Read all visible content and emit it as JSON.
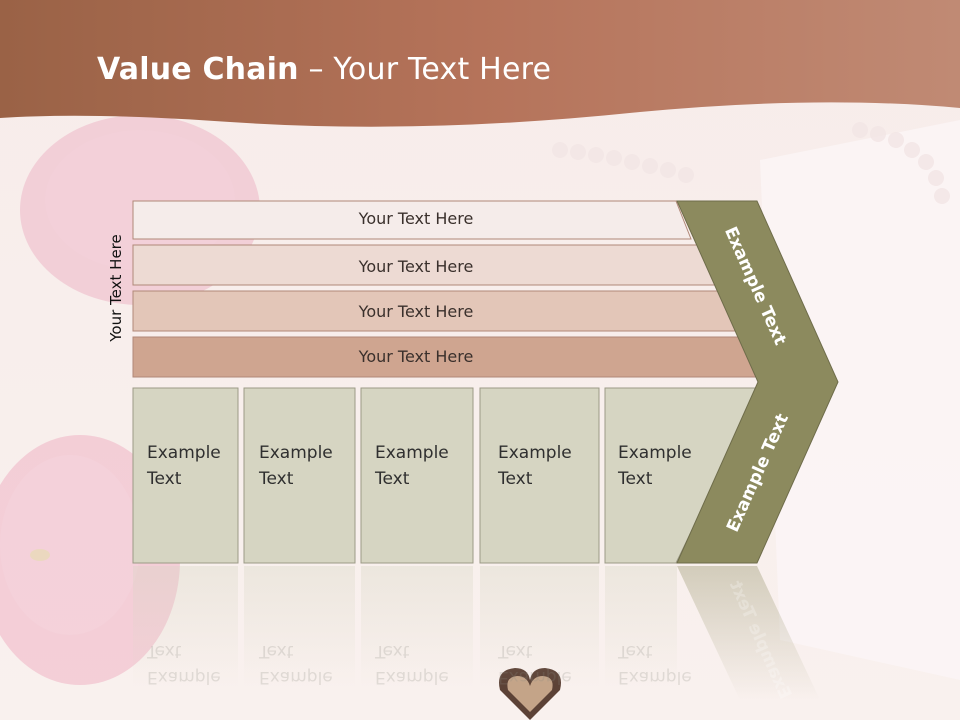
{
  "slide": {
    "title_bold": "Value Chain",
    "title_rest": " – Your Text Here"
  },
  "side_label": "Your Text Here",
  "rows": [
    {
      "label": "Your Text Here",
      "color": "#f5ecea"
    },
    {
      "label": "Your Text Here",
      "color": "#eddad3"
    },
    {
      "label": "Your Text Here",
      "color": "#e3c6b8"
    },
    {
      "label": "Your Text Here",
      "color": "#cfa590"
    }
  ],
  "cells": [
    {
      "line1": "Example",
      "line2": "Text"
    },
    {
      "line1": "Example",
      "line2": "Text"
    },
    {
      "line1": "Example",
      "line2": "Text"
    },
    {
      "line1": "Example",
      "line2": "Text"
    },
    {
      "line1": "Example",
      "line2": "Text"
    }
  ],
  "chevron": {
    "upper_label": "Example Text",
    "lower_label": "Example Text",
    "color": "#8c8a5e"
  },
  "colors": {
    "header": "#a86e50",
    "cell_fill": "#d6d5c2",
    "row_border": "#b08878"
  }
}
